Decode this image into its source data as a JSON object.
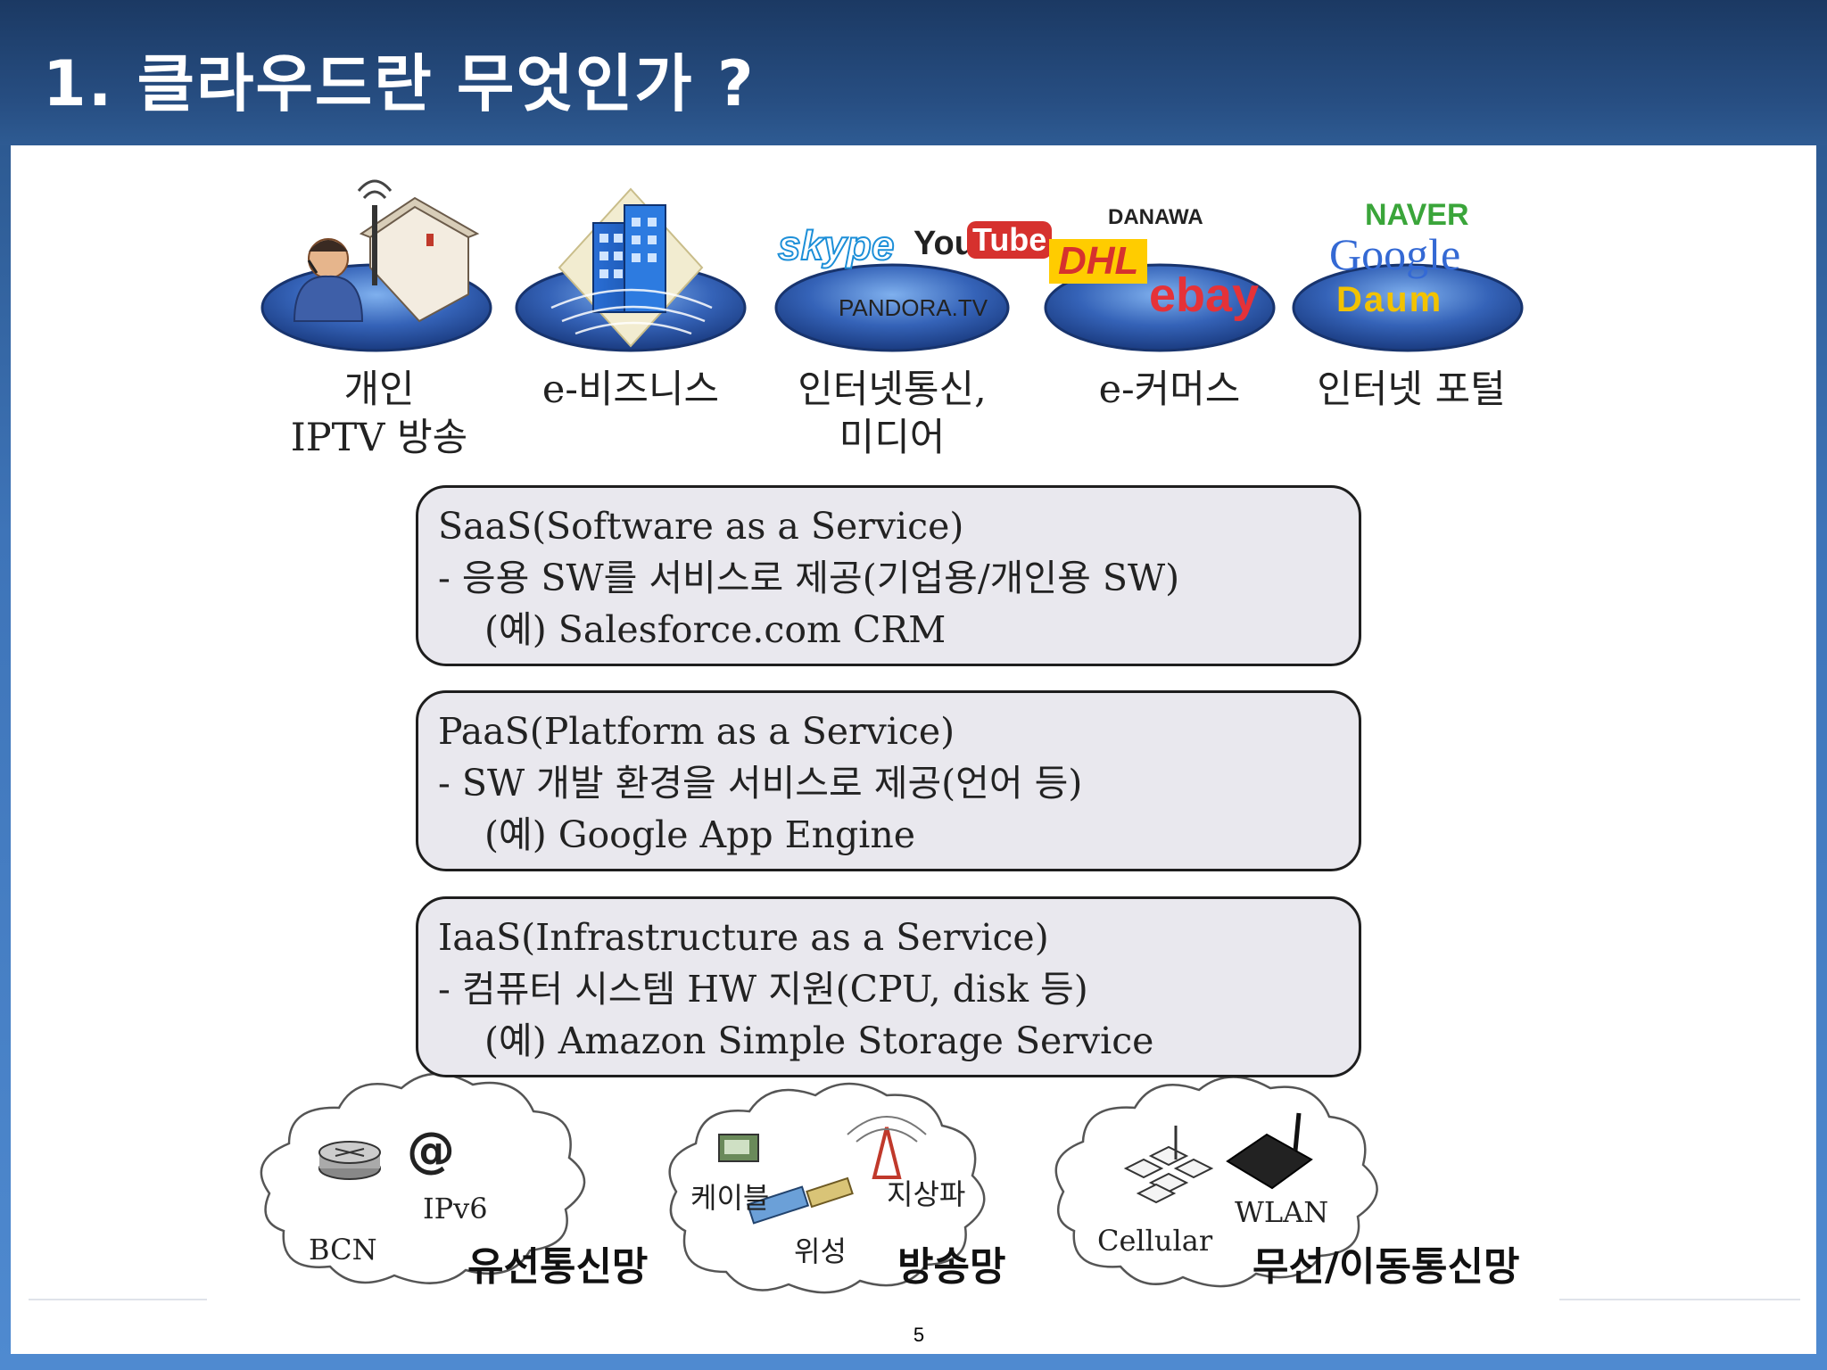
{
  "slide": {
    "title": "1.  클라우드란 무엇인가 ?",
    "page_number": "5"
  },
  "categories": [
    {
      "label_line1": "개인",
      "label_line2": "IPTV 방송"
    },
    {
      "label_line1": "e-비즈니스",
      "label_line2": ""
    },
    {
      "label_line1": "인터넷통신,",
      "label_line2": "미디어"
    },
    {
      "label_line1": "e-커머스",
      "label_line2": ""
    },
    {
      "label_line1": "인터넷 포털",
      "label_line2": ""
    }
  ],
  "logos": {
    "skype": "skype",
    "youtube_you": "You",
    "youtube_tube": "Tube",
    "pandora": "PANDORA.TV",
    "danawa": "DANAWA",
    "dhl": "DHL",
    "ebay": "ebay",
    "naver": "NAVER",
    "google": "Google",
    "daum": "Daum"
  },
  "services": [
    {
      "title": "SaaS(Software as a Service)",
      "desc": "- 응용 SW를 서비스로 제공(기업용/개인용 SW)",
      "example": "(예) Salesforce.com CRM"
    },
    {
      "title": "PaaS(Platform as a Service)",
      "desc": "- SW 개발 환경을 서비스로 제공(언어 등)",
      "example": "(예) Google App Engine"
    },
    {
      "title": "IaaS(Infrastructure as a Service)",
      "desc": "- 컴퓨터 시스템 HW 지원(CPU, disk 등)",
      "example": "(예) Amazon Simple Storage Service"
    }
  ],
  "networks": [
    {
      "name": "유선통신망",
      "items": [
        "@",
        "IPv6",
        "BCN"
      ]
    },
    {
      "name": "방송망",
      "items": [
        "케이블",
        "지상파",
        "위성"
      ]
    },
    {
      "name": "무선/이동통신망",
      "items": [
        "Cellular",
        "WLAN"
      ]
    }
  ],
  "colors": {
    "header": "#1b3963",
    "background": "#3e74b8",
    "box_fill": "#e9e8ee",
    "platform": "#2c54a8"
  }
}
